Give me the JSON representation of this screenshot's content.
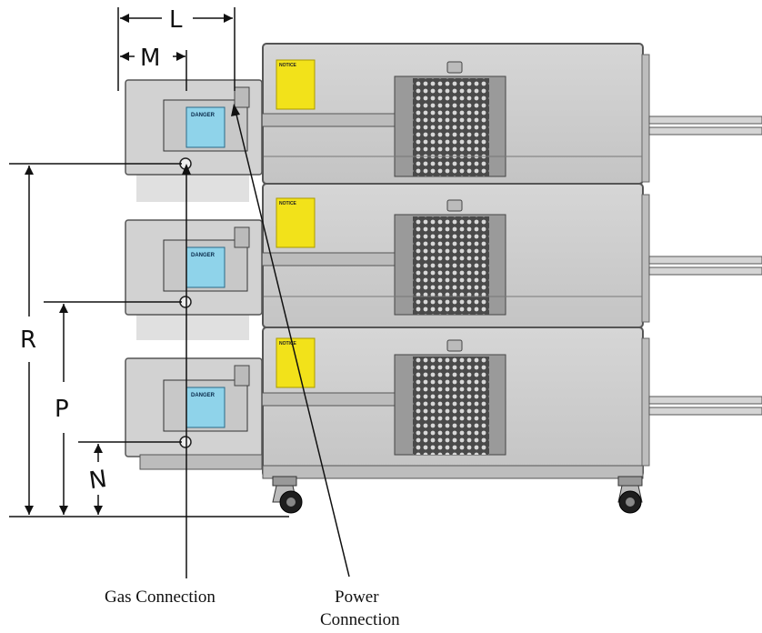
{
  "dimensions": {
    "L": "L",
    "M": "M",
    "N": "N",
    "P": "P",
    "R": "R"
  },
  "callouts": {
    "gas": "Gas Connection",
    "power_line1": "Power",
    "power_line2": "Connection"
  },
  "panel_labels": {
    "danger": "DANGER",
    "notice": "NOTICE"
  },
  "colors": {
    "oven_body": "#cfcfcf",
    "oven_edge": "#5a5a5a",
    "grille": "#3a3a3a",
    "notice_label": "#f2e21a",
    "danger_label": "#8fd3ea",
    "line": "#111111"
  },
  "icons": {
    "caster": "caster-wheel-icon",
    "gas_port": "gas-port-icon"
  }
}
